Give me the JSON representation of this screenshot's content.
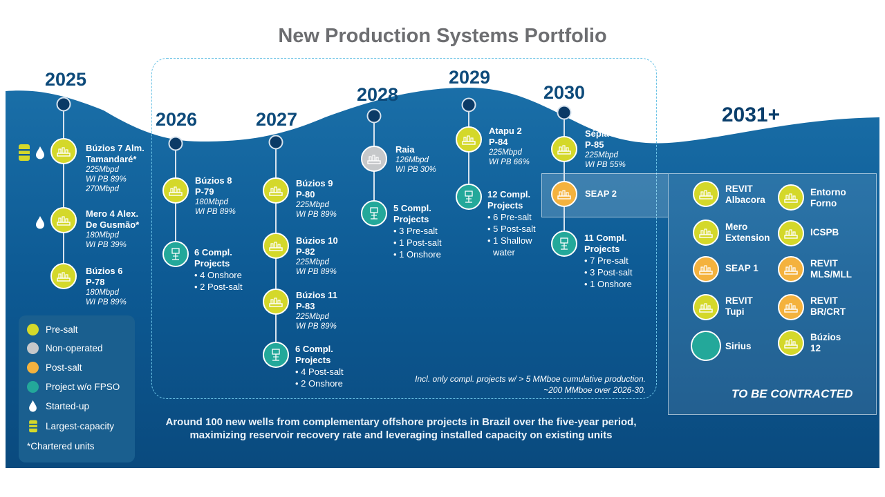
{
  "title": "New Production Systems Portfolio",
  "years": {
    "y2025": "2025",
    "y2026": "2026",
    "y2027": "2027",
    "y2028": "2028",
    "y2029": "2029",
    "y2030": "2030",
    "y2031": "2031+"
  },
  "col2025": {
    "buzios7": {
      "name": "Búzios 7 Alm.",
      "name2": "Tamandaré*",
      "l1": "225Mbpd",
      "l2": "WI PB 89%",
      "l3": "270Mbpd"
    },
    "mero4": {
      "name": "Mero 4  Alex.",
      "name2": "De Gusmão*",
      "l1": "180Mbpd",
      "l2": "WI PB 39%"
    },
    "buzios6": {
      "name": "Búzios 6",
      "name2": "P-78",
      "l1": "180Mbpd",
      "l2": "WI PB 89%"
    }
  },
  "col2026": {
    "buzios8": {
      "name": "Búzios 8",
      "name2": "P-79",
      "l1": "180Mbpd",
      "l2": "WI PB 89%"
    },
    "compl": {
      "name": "6 Compl.",
      "name2": "Projects",
      "b1": "• 4 Onshore",
      "b2": "• 2 Post-salt"
    }
  },
  "col2027": {
    "buzios9": {
      "name": "Búzios 9",
      "name2": "P-80",
      "l1": "225Mbpd",
      "l2": "WI PB 89%"
    },
    "buzios10": {
      "name": "Búzios 10",
      "name2": "P-82",
      "l1": "225Mbpd",
      "l2": "WI PB 89%"
    },
    "buzios11": {
      "name": "Búzios 11",
      "name2": "P-83",
      "l1": "225Mbpd",
      "l2": "WI PB 89%"
    },
    "compl": {
      "name": "6 Compl.",
      "name2": "Projects",
      "b1": "• 4 Post-salt",
      "b2": "• 2 Onshore"
    }
  },
  "col2028": {
    "raia": {
      "name": "Raia",
      "l1": "126Mbpd",
      "l2": "WI PB 30%"
    },
    "compl": {
      "name": "5 Compl.",
      "name2": "Projects",
      "b1": "• 3 Pre-salt",
      "b2": "• 1 Post-salt",
      "b3": "• 1 Onshore"
    }
  },
  "col2029": {
    "atapu2": {
      "name": "Atapu 2",
      "name2": "P-84",
      "l1": "225Mbpd",
      "l2": "WI PB 66%"
    },
    "compl": {
      "name": "12 Compl.",
      "name2": "Projects",
      "b1": "• 6 Pre-salt",
      "b2": "• 5 Post-salt",
      "b3": "• 1 Shallow",
      "b4": "water"
    }
  },
  "col2030": {
    "sepia2": {
      "name": "Sépia 2",
      "name2": "P-85",
      "l1": "225Mbpd",
      "l2": "WI PB 55%"
    },
    "seap2": {
      "name": "SEAP 2"
    },
    "compl": {
      "name": "11 Compl.",
      "name2": "Projects",
      "b1": "• 7 Pre-salt",
      "b2": "• 3 Post-salt",
      "b3": "• 1 Onshore"
    }
  },
  "contract": {
    "revit_albacora": {
      "l1": "REVIT",
      "l2": "Albacora"
    },
    "entorno_forno": {
      "l1": "Entorno",
      "l2": "Forno"
    },
    "mero_ext": {
      "l1": "Mero",
      "l2": "Extension"
    },
    "icspb": {
      "l1": "ICSPB"
    },
    "seap1": {
      "l1": "SEAP 1"
    },
    "revit_mls": {
      "l1": "REVIT",
      "l2": "MLS/MLL"
    },
    "revit_tupi": {
      "l1": "REVIT",
      "l2": "Tupi"
    },
    "revit_br": {
      "l1": "REVIT",
      "l2": "BR/CRT"
    },
    "sirius": {
      "l1": "Sirius"
    },
    "buzios12": {
      "l1": "Búzios",
      "l2": "12"
    },
    "label": "TO BE CONTRACTED"
  },
  "legend": {
    "pre": "Pre-salt",
    "nonop": "Non-operated",
    "post": "Post-salt",
    "wo": "Project w/o FPSO",
    "started": "Started-up",
    "largest": "Largest-capacity",
    "chartered": "*Chartered units"
  },
  "note": {
    "l1": "Incl. only compl. projects w/ > 5 MMboe cumulative production.",
    "l2": "~200 MMboe over 2026-30."
  },
  "bottom": {
    "l1": "Around 100 new wells from complementary offshore projects in Brazil over the five-year period,",
    "l2": "maximizing reservoir recovery rate and leveraging installed capacity on existing units"
  },
  "colors": {
    "pre": "#d4d82a",
    "post": "#f4b23e",
    "nonop": "#c6c8ca",
    "wo": "#23a89a",
    "ocean": "#0e5a92",
    "year": "#0d4a7a"
  },
  "icons": {
    "fpso": "ship-icon",
    "wo": "subsea-well-icon",
    "started": "drop-icon",
    "largest": "barrel-icon"
  }
}
